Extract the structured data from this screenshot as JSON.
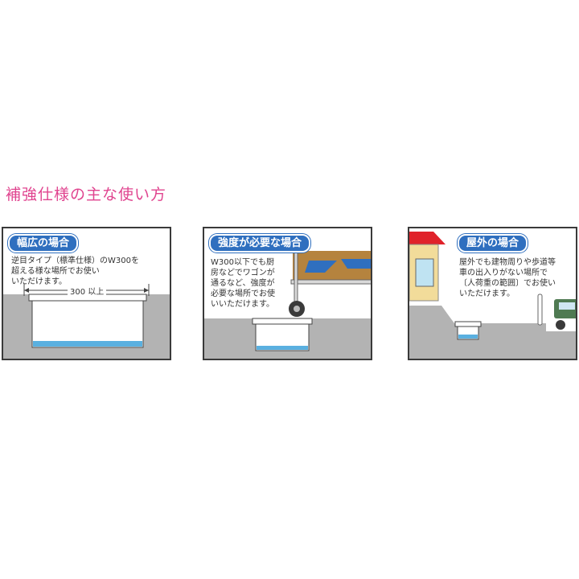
{
  "heading": "補強仕様の主な使い方",
  "colors": {
    "heading": "#e0448f",
    "pill": "#2f6fbf",
    "water": "#5ab0e0",
    "concrete": "#b3b3b3"
  },
  "panels": [
    {
      "title": "幅広の場合",
      "text": "逆目タイプ（標準仕様）のW300を\n超える様な場所でお使い\nいただけます。",
      "dimension": "300 以上"
    },
    {
      "title": "強度が必要な場合",
      "text": "W300以下でも厨\n房などでワゴンが\n通るなど、強度が\n必要な場所でお使\nいいただけます。"
    },
    {
      "title": "屋外の場合",
      "text": "屋外でも建物周りや歩道等\n車の出入りがない場所で\n〔人荷重の範囲〕でお使い\nいただけます。"
    }
  ]
}
